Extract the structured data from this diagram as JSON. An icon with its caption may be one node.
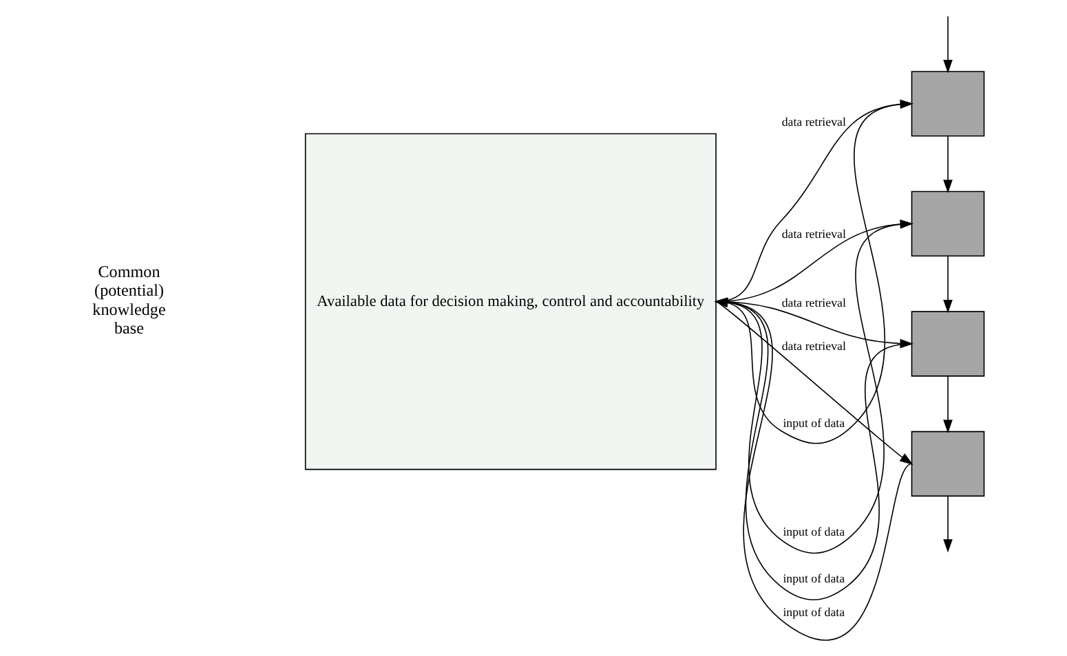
{
  "diagram": {
    "nodes": [
      {
        "text": [
          "Available data for decision making, control and accountability"
        ]
      },
      {
        "text": [],
        "shape": "box"
      },
      {
        "text": [],
        "shape": "box"
      },
      {
        "text": [],
        "shape": "box"
      },
      {
        "text": [],
        "shape": "box"
      }
    ],
    "edges": [
      {
        "from": null,
        "to": 1,
        "arrow": "to"
      },
      {
        "from": 1,
        "to": 0,
        "arrow": "to",
        "label": "input of data"
      },
      {
        "from": 0,
        "to": 1,
        "arrow": "to",
        "label": "data retrieval"
      },
      {
        "from": 1,
        "to": 2,
        "arrow": "to"
      },
      {
        "from": 2,
        "to": 0,
        "arrow": "to",
        "label": "input of data"
      },
      {
        "from": 0,
        "to": 2,
        "arrow": "to",
        "label": "data retrieval"
      },
      {
        "from": 2,
        "to": 3,
        "arrow": "to"
      },
      {
        "from": 3,
        "to": 0,
        "arrow": "to",
        "label": "input of data"
      },
      {
        "from": 0,
        "to": 3,
        "arrow": "to",
        "label": "data retrieval"
      },
      {
        "from": 3,
        "to": 4,
        "arrow": "to"
      },
      {
        "from": 4,
        "to": 0,
        "arrow": "to",
        "label": "input of data"
      },
      {
        "from": 0,
        "to": 4,
        "arrow": "to",
        "label": "data retrieval"
      },
      {
        "from": 4,
        "to": null,
        "arrow": "to"
      }
    ],
    "labels": [
      "Common (potential) knowledge base"
    ]
  }
}
